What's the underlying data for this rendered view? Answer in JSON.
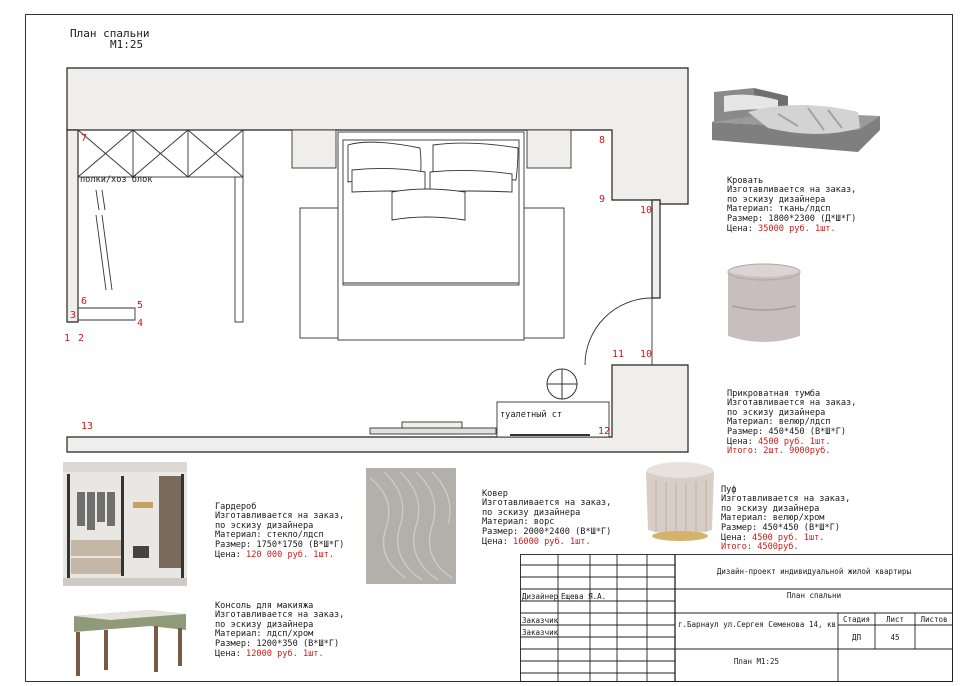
{
  "plan": {
    "title": "План спальни",
    "scale": "М1:25",
    "label_shelves": "полки/хоз блок",
    "label_toilet": "туалетный ст",
    "markers": [
      "1",
      "2",
      "3",
      "4",
      "5",
      "6",
      "7",
      "8",
      "9",
      "10",
      "10",
      "11",
      "12",
      "13"
    ]
  },
  "items": {
    "bed": {
      "title": "Кровать",
      "lines": [
        "Изготавливается на заказ,",
        "по эскизу дизайнера",
        "Материал: ткань/лдсп",
        "Размер: 1800*2300 (Д*Ш*Г)"
      ],
      "price_label": "Цена: ",
      "price": "35000 руб. 1шт."
    },
    "nightstand": {
      "title": "Прикроватная тумба",
      "lines": [
        "Изготавливается на заказ,",
        "по эскизу дизайнера",
        "Материал: велюр/лдсп",
        "Размер: 450*450 (В*Ш*Г)"
      ],
      "price_label": "Цена: ",
      "price": "4500 руб. 1шт.",
      "total": "Итого: 2шт. 9000руб."
    },
    "pouf": {
      "title": "Пуф",
      "lines": [
        "Изготавливается на заказ,",
        "по эскизу дизайнера",
        "Материал: велюр/хром",
        "Размер: 450*450 (В*Ш*Г)"
      ],
      "price_label": "Цена: ",
      "price": "4500 руб. 1шт.",
      "total": "Итого: 4500руб."
    },
    "carpet": {
      "title": "Ковер",
      "lines": [
        "Изготавливается на заказ,",
        "по эскизу дизайнера",
        "Материал: ворс",
        "Размер: 2000*2400 (В*Ш*Г)"
      ],
      "price_label": "Цена: ",
      "price": "16000 руб. 1шт."
    },
    "wardrobe": {
      "title": "Гардероб",
      "lines": [
        "Изготавливается на заказ,",
        "по эскизу дизайнера",
        "Материал: стекло/лдсп",
        "Размер: 1750*1750 (В*Ш*Г)"
      ],
      "price_label": "Цена: ",
      "price": "120 000 руб. 1шт."
    },
    "console": {
      "title": "Консоль для макияжа",
      "lines": [
        "Изготавливается на заказ,",
        "по эскизу дизайнера",
        "Материал: лдсп/хром",
        "Размер: 1200*350 (В*Ш*Г)"
      ],
      "price_label": "Цена: ",
      "price": "12000 руб. 1шт."
    }
  },
  "stamp": {
    "project": "Дизайн-проект индивидуальной жилой квартиры",
    "sheet_name": "План спальни",
    "designer_label": "Дизайнер",
    "designer_name": "Ещева Я.А.",
    "customer1": "Заказчик",
    "customer2": "Заказчик",
    "address": "г.Барнаул ул.Сергея Семенова 14, кв. ...",
    "stage_h": "Стадия",
    "sheet_h": "Лист",
    "sheets_h": "Листов",
    "stage": "ДП",
    "sheet": "45",
    "drawing": "План М1:25"
  }
}
